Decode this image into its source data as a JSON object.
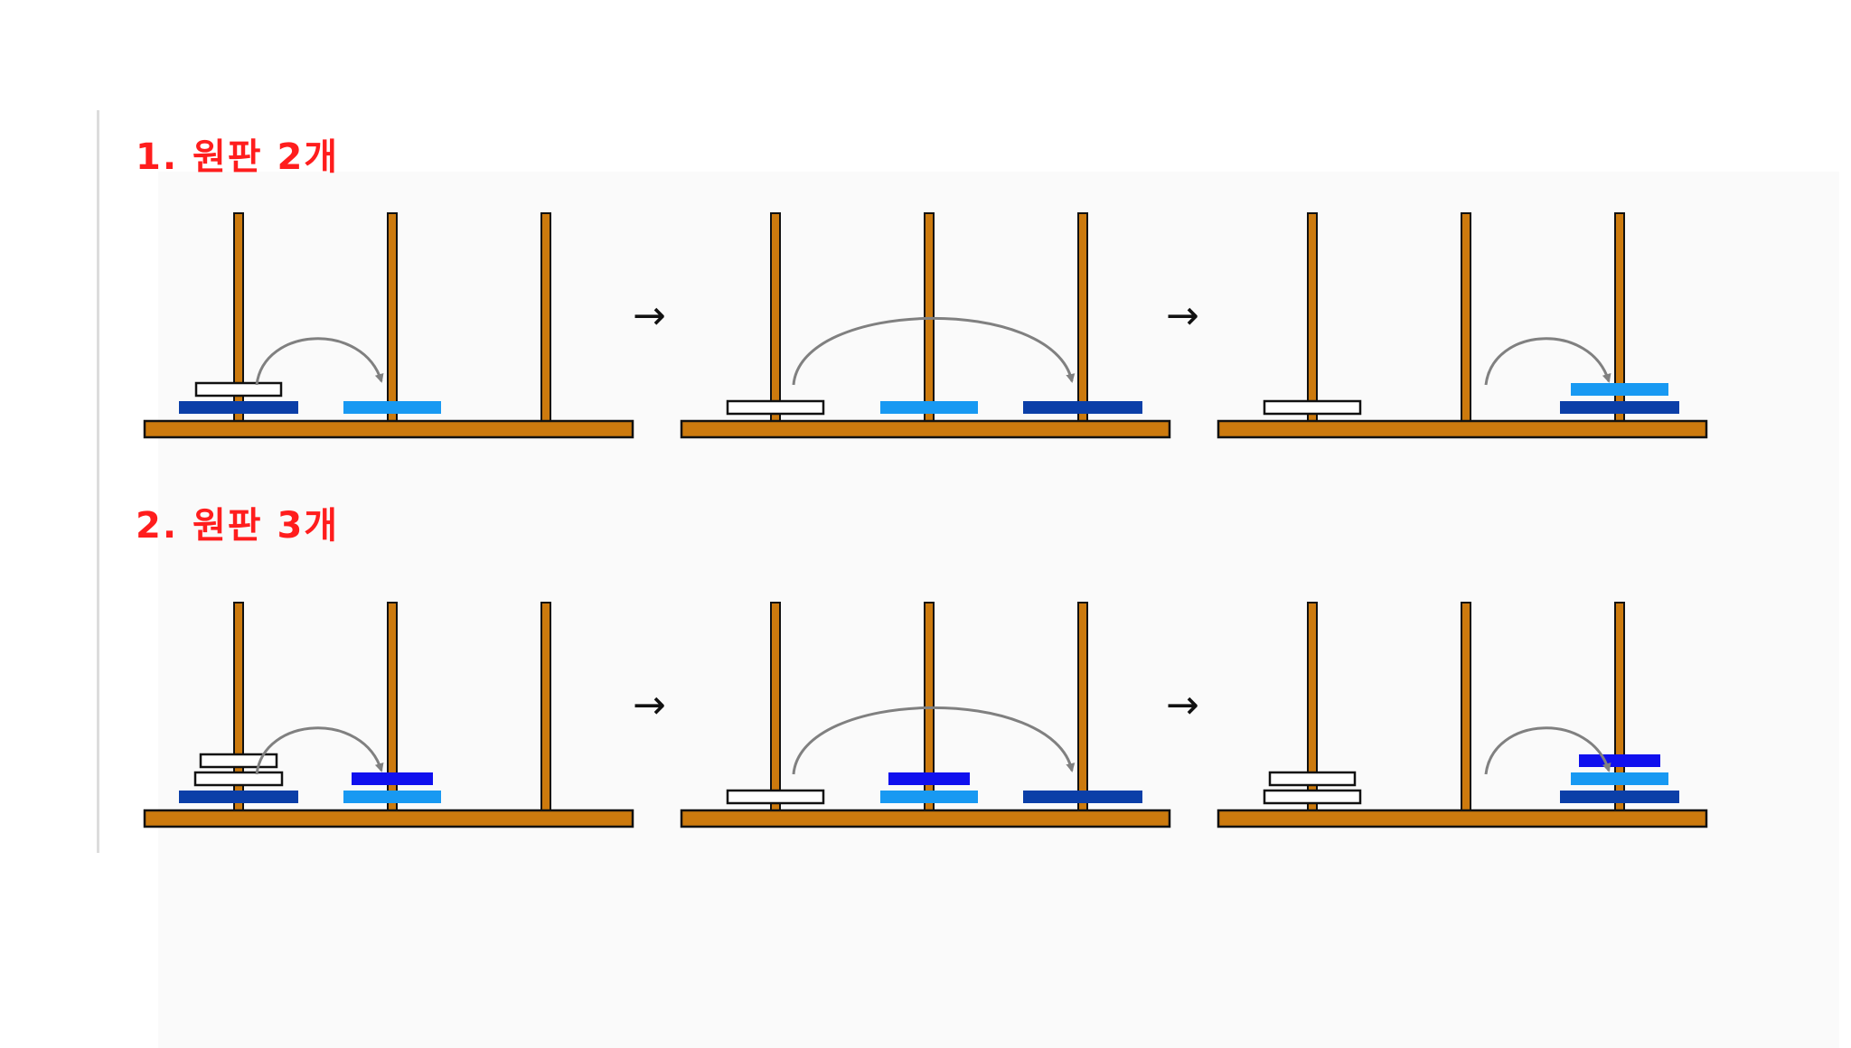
{
  "sections": [
    {
      "title": "1. 원판 2개",
      "steps": [
        {
          "pegs": [
            [
              "white",
              "navy"
            ],
            [
              "sky"
            ],
            []
          ],
          "move": {
            "from": 0,
            "to": 1
          }
        },
        {
          "pegs": [
            [
              "white"
            ],
            [
              "sky"
            ],
            [
              "navy"
            ]
          ],
          "move": {
            "from": 0,
            "to": 2
          }
        },
        {
          "pegs": [
            [
              "white"
            ],
            [],
            [
              "sky",
              "navy"
            ]
          ],
          "move": {
            "from": 1,
            "to": 2
          }
        }
      ]
    },
    {
      "title": "2. 원판 3개",
      "steps": [
        {
          "pegs": [
            [
              "white",
              "white",
              "navy"
            ],
            [
              "blue",
              "sky"
            ],
            []
          ],
          "move": {
            "from": 0,
            "to": 1
          }
        },
        {
          "pegs": [
            [
              "white"
            ],
            [
              "blue",
              "sky"
            ],
            [
              "navy"
            ]
          ],
          "move": {
            "from": 0,
            "to": 2
          }
        },
        {
          "pegs": [
            [
              "white",
              "white"
            ],
            [],
            [
              "blue",
              "sky",
              "navy"
            ]
          ],
          "move": {
            "from": 1,
            "to": 2
          }
        }
      ]
    }
  ],
  "between_steps_symbol": "→",
  "colors": {
    "title": "#ff1d1d",
    "wood": "#cc7a0e",
    "outline": "#111111",
    "navy": "#0b3fa8",
    "sky": "#1899f2",
    "blue": "#1010ee",
    "white": "#ffffff",
    "move_arrow": "#808080"
  }
}
